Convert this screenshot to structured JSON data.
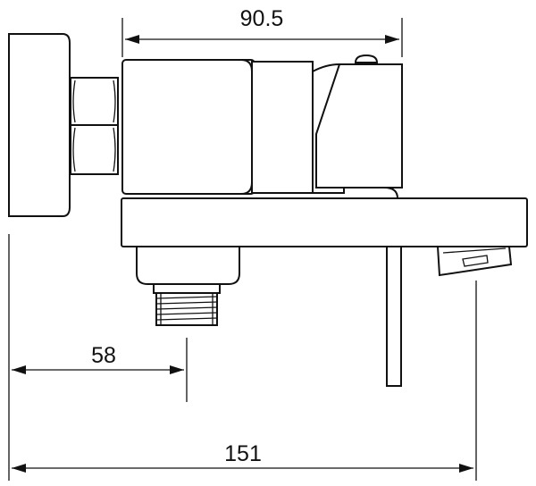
{
  "dimensions": {
    "top_width": "90.5",
    "offset": "58",
    "overall_length": "151"
  },
  "colors": {
    "line": "#111111",
    "background": "#ffffff"
  }
}
